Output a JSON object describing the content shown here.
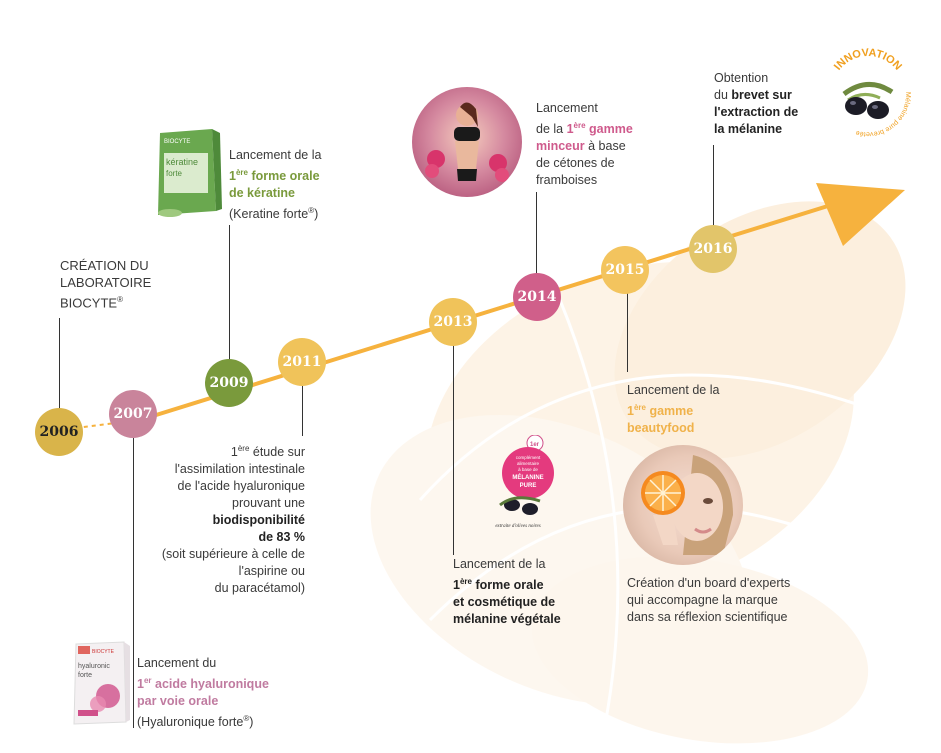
{
  "colors": {
    "arrow": "#f6b23e",
    "y2006": "#d9b44a",
    "y2007": "#c9849b",
    "y2009": "#7a9a3c",
    "y2011": "#f0c35a",
    "y2013": "#f0c35a",
    "y2014": "#d05f8a",
    "y2015": "#f3c45e",
    "y2016": "#e2c56a"
  },
  "years": {
    "y2006": "2006",
    "y2007": "2007",
    "y2009": "2009",
    "y2011": "2011",
    "y2013": "2013",
    "y2014": "2014",
    "y2015": "2015",
    "y2016": "2016"
  },
  "events": {
    "e2006": {
      "l1": "CRÉATION DU",
      "l2": "LABORATOIRE",
      "l3": "BIOCYTE",
      "reg": "®"
    },
    "e2009": {
      "l1": "Lancement de la",
      "sup_num": "1",
      "sup": "ère",
      "l2": " forme orale",
      "l3": "de kératine",
      "l4": "(Keratine forte",
      "reg": "®",
      "close": ")"
    },
    "e2007": {
      "l1": "Lancement du",
      "sup_num": "1",
      "sup": "er",
      "l2": " acide hyaluronique",
      "l3": "par voie orale",
      "l4": "(Hyaluronique forte",
      "reg": "®",
      "close": ")"
    },
    "e2011": {
      "sup_num": "1",
      "sup": "ère",
      "l1": " étude sur",
      "l2": "l'assimilation intestinale",
      "l3": "de l'acide hyaluronique",
      "l4": "prouvant une",
      "l5": "biodisponibilité",
      "l6": "de 83 %",
      "l7": "(soit supérieure à celle de",
      "l8": "l'aspirine ou",
      "l9": "du paracétamol)"
    },
    "e2013": {
      "l1": "Lancement de la",
      "sup_num": "1",
      "sup": "ère",
      "l2": " forme orale",
      "l3": "et cosmétique de",
      "l4": "mélanine végétale"
    },
    "e2014": {
      "l1": "Lancement",
      "l2a": "de la ",
      "sup_num": "1",
      "sup": "ère",
      "l2b": " gamme",
      "l3a": "minceur",
      "l3b": " à base",
      "l4": "de cétones de",
      "l5": "framboises"
    },
    "e2015": {
      "l1": "Lancement de la",
      "sup_num": "1",
      "sup": "ère",
      "l2": " gamme",
      "l3": "beautyfood",
      "l4": "Création d'un board d'experts",
      "l5": "qui accompagne la marque",
      "l6": "dans sa réflexion scientifique"
    },
    "e2016": {
      "l1": "Obtention",
      "l2a": "du ",
      "l2b": "brevet sur",
      "l3": "l'extraction de",
      "l4": "la mélanine"
    }
  },
  "badges": {
    "innovation": "INNOVATION",
    "innovation_sub": "Mélanine pure brevetée",
    "melanine_top": "1er",
    "melanine_l1": "complément",
    "melanine_l2": "alimentaire",
    "melanine_l3": "à base de",
    "melanine_l4": "MÉLANINE",
    "melanine_l5": "PURE",
    "melanine_foot": "extraite d'olives noires"
  },
  "products": {
    "keratine_brand": "BIOCYTE",
    "keratine_name": "kératine",
    "keratine_sub": "forte",
    "hyal_brand": "BIOCYTE",
    "hyal_name": "hyaluronic",
    "hyal_sub": "forte"
  }
}
